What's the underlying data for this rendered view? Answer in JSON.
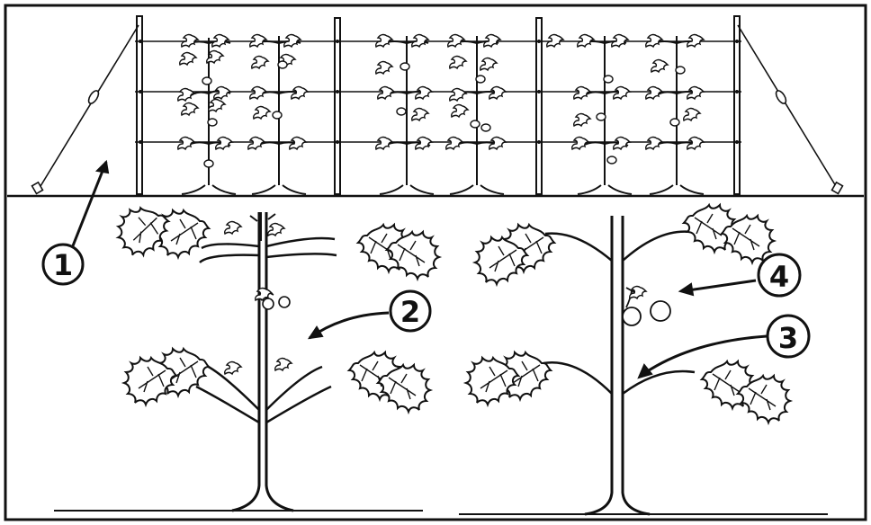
{
  "colors": {
    "ink": "#111111",
    "paper": "#ffffff"
  },
  "callouts": [
    {
      "id": "1",
      "label": "1",
      "target": "guy-wire-trellis"
    },
    {
      "id": "2",
      "label": "2",
      "target": "main-stem-left"
    },
    {
      "id": "3",
      "label": "3",
      "target": "leaf-axil-right"
    },
    {
      "id": "4",
      "label": "4",
      "target": "fruit-cluster-right"
    }
  ]
}
